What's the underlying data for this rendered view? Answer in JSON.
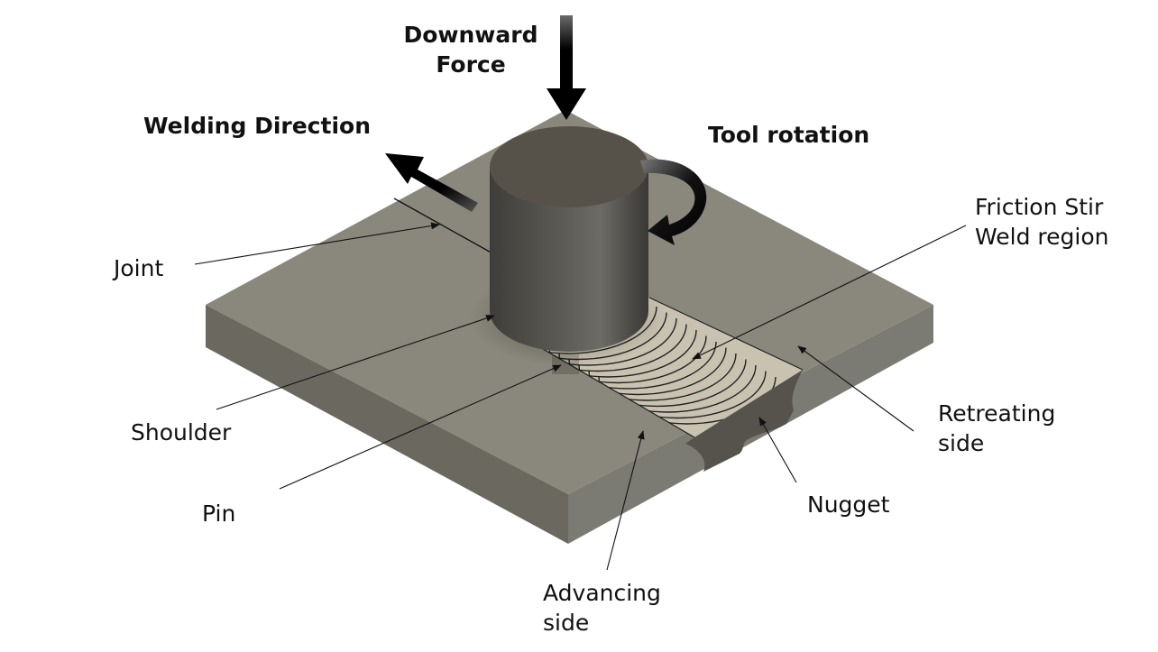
{
  "title": "Friction Stir Welding schematic",
  "labels": {
    "downward_force_1": "Downward",
    "downward_force_2": "Force",
    "welding_direction": "Welding Direction",
    "tool_rotation": "Tool rotation",
    "fsw_region_1": "Friction Stir",
    "fsw_region_2": "Weld region",
    "joint": "Joint",
    "shoulder": "Shoulder",
    "pin": "Pin",
    "retreating_1": "Retreating",
    "retreating_2": "side",
    "nugget": "Nugget",
    "advancing_1": "Advancing",
    "advancing_2": "side"
  },
  "colors": {
    "plate_top": "#8a877c",
    "plate_left": "#6e6b62",
    "plate_right": "#7a7a72",
    "tool": "#5a5650",
    "weld_region": "#c9c2b0",
    "nugget": "#55524b",
    "arrow": "#000000"
  }
}
